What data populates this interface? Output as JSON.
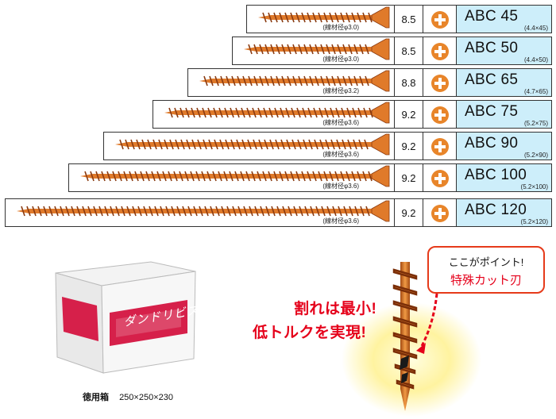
{
  "colors": {
    "screw": "#e07a2a",
    "screw_dark": "#8a3a10",
    "model_bg": "#cdeefa",
    "drive_icon": "#e8852a",
    "accent_red": "#e5001a",
    "box_band": "#d6204a"
  },
  "screws": [
    {
      "model": "ABC 45",
      "size": "(4.4×45)",
      "head": "8.5",
      "wire": "(線材径φ3.0)",
      "drive_icon": "phillips-plus-icon"
    },
    {
      "model": "ABC 50",
      "size": "(4.4×50)",
      "head": "8.5",
      "wire": "(線材径φ3.0)",
      "drive_icon": "phillips-plus-icon"
    },
    {
      "model": "ABC 65",
      "size": "(4.7×65)",
      "head": "8.8",
      "wire": "(線材径φ3.2)",
      "drive_icon": "phillips-plus-icon"
    },
    {
      "model": "ABC 75",
      "size": "(5.2×75)",
      "head": "9.2",
      "wire": "(線材径φ3.6)",
      "drive_icon": "phillips-plus-icon"
    },
    {
      "model": "ABC 90",
      "size": "(5.2×90)",
      "head": "9.2",
      "wire": "(線材径φ3.6)",
      "drive_icon": "phillips-plus-icon"
    },
    {
      "model": "ABC 100",
      "size": "(5.2×100)",
      "head": "9.2",
      "wire": "(線材径φ3.6)",
      "drive_icon": "phillips-plus-icon"
    },
    {
      "model": "ABC 120",
      "size": "(5.2×120)",
      "head": "9.2",
      "wire": "(線材径φ3.6)",
      "drive_icon": "phillips-plus-icon"
    }
  ],
  "box": {
    "label": "ダンドリビス",
    "caption_title": "徳用箱",
    "caption_dims": "250×250×230"
  },
  "feature": {
    "claim_line1": "割れは最小!",
    "claim_line2": "低トルクを実現!",
    "callout_line1": "ここがポイント!",
    "callout_line2": "特殊カット刃"
  }
}
